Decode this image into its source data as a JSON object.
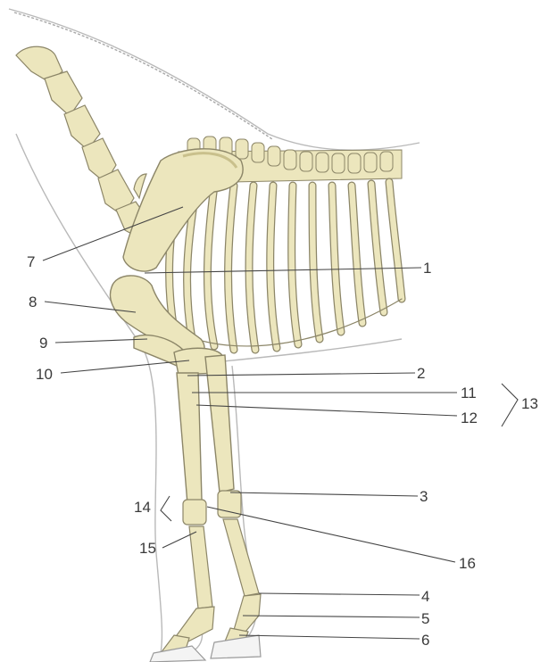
{
  "diagram": {
    "labels": [
      {
        "id": "1",
        "text": "1"
      },
      {
        "id": "2",
        "text": "2"
      },
      {
        "id": "3",
        "text": "3"
      },
      {
        "id": "4",
        "text": "4"
      },
      {
        "id": "5",
        "text": "5"
      },
      {
        "id": "6",
        "text": "6"
      },
      {
        "id": "7",
        "text": "7"
      },
      {
        "id": "8",
        "text": "8"
      },
      {
        "id": "9",
        "text": "9"
      },
      {
        "id": "10",
        "text": "10"
      },
      {
        "id": "11",
        "text": "11"
      },
      {
        "id": "12",
        "text": "12"
      },
      {
        "id": "13",
        "text": "13"
      },
      {
        "id": "14",
        "text": "14"
      },
      {
        "id": "15",
        "text": "15"
      },
      {
        "id": "16",
        "text": "16"
      }
    ],
    "colors": {
      "bone": "#ece6bd",
      "bone_shadow": "#c9c08c",
      "outline": "#8c8668",
      "body_outline": "#b9b9b9",
      "leader": "#444444",
      "label": "#3a3a3a"
    }
  }
}
